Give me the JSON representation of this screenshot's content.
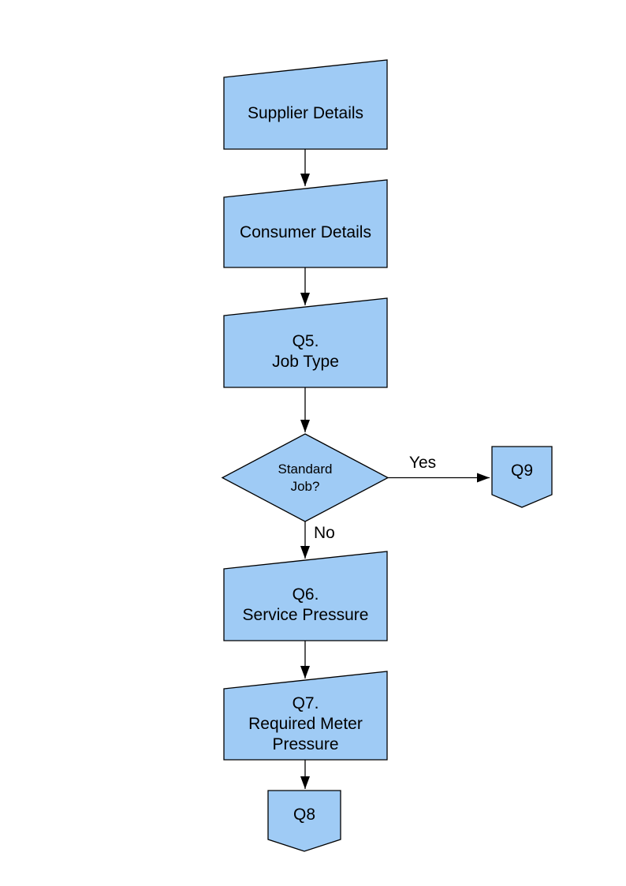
{
  "page": {
    "background_color": "#FFFFFF"
  },
  "diagram": {
    "type": "flowchart",
    "node_fill": "#9FCBF5",
    "node_stroke": "#000000",
    "text_color": "#000000",
    "nodes": [
      {
        "id": "supplier_details",
        "type": "manual-input",
        "label": "Supplier Details"
      },
      {
        "id": "consumer_details",
        "type": "manual-input",
        "label": "Consumer Details"
      },
      {
        "id": "q5_job_type",
        "type": "manual-input",
        "label": "Q5.\nJob Type"
      },
      {
        "id": "standard_job_decision",
        "type": "decision",
        "label": "Standard\nJob?"
      },
      {
        "id": "q9_connector",
        "type": "off-page-connector",
        "label": "Q9"
      },
      {
        "id": "q6_service_pressure",
        "type": "manual-input",
        "label": "Q6.\nService Pressure"
      },
      {
        "id": "q7_required_meter_pressure",
        "type": "manual-input",
        "label": "Q7.\nRequired Meter\nPressure"
      },
      {
        "id": "q8_connector",
        "type": "off-page-connector",
        "label": "Q8"
      }
    ],
    "edges": [
      {
        "from": "supplier_details",
        "to": "consumer_details",
        "label": ""
      },
      {
        "from": "consumer_details",
        "to": "q5_job_type",
        "label": ""
      },
      {
        "from": "q5_job_type",
        "to": "standard_job_decision",
        "label": ""
      },
      {
        "from": "standard_job_decision",
        "to": "q9_connector",
        "label": "Yes"
      },
      {
        "from": "standard_job_decision",
        "to": "q6_service_pressure",
        "label": "No"
      },
      {
        "from": "q6_service_pressure",
        "to": "q7_required_meter_pressure",
        "label": ""
      },
      {
        "from": "q7_required_meter_pressure",
        "to": "q8_connector",
        "label": ""
      }
    ]
  }
}
